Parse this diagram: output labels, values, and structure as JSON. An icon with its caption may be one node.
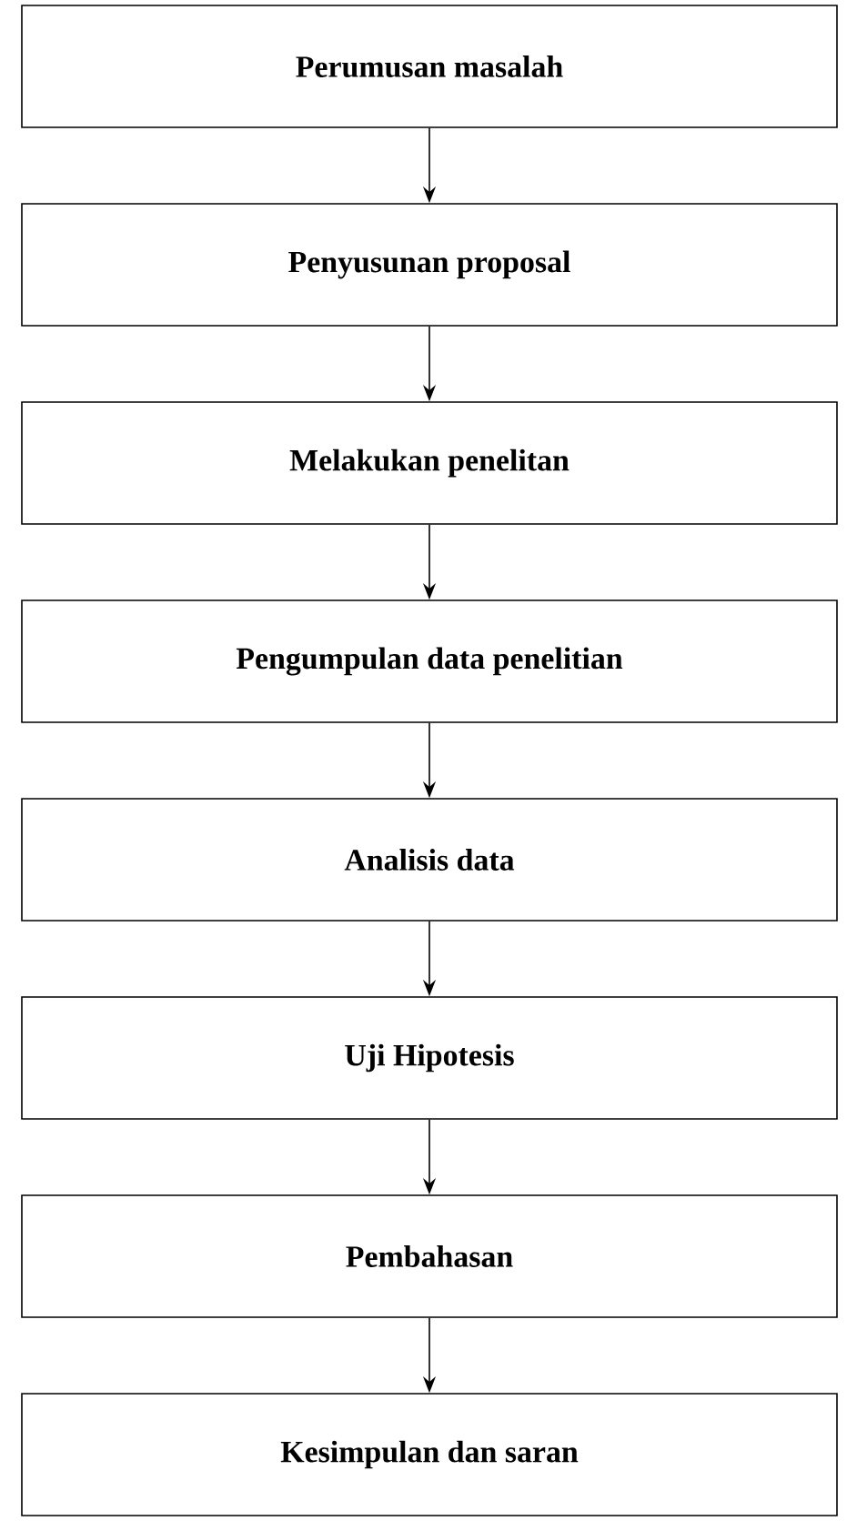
{
  "diagram": {
    "nodes": [
      {
        "text": [
          "Perumusan masalah"
        ]
      },
      {
        "text": [
          "Penyusunan proposal"
        ]
      },
      {
        "text": [
          "Melakukan penelitan"
        ]
      },
      {
        "text": [
          "Pengumpulan data penelitian"
        ]
      },
      {
        "text": [
          "Analisis data"
        ]
      },
      {
        "text": [
          "Uji Hipotesis"
        ]
      },
      {
        "text": [
          "Pembahasan"
        ]
      },
      {
        "text": [
          "Kesimpulan dan saran"
        ]
      }
    ],
    "edges": [
      {
        "from": 0,
        "to": 1,
        "arrow": "to"
      },
      {
        "from": 1,
        "to": 2,
        "arrow": "to"
      },
      {
        "from": 2,
        "to": 3,
        "arrow": "to"
      },
      {
        "from": 3,
        "to": 4,
        "arrow": "to"
      },
      {
        "from": 4,
        "to": 5,
        "arrow": "to"
      },
      {
        "from": 5,
        "to": 6,
        "arrow": "to"
      },
      {
        "from": 6,
        "to": 7,
        "arrow": "to"
      }
    ]
  }
}
